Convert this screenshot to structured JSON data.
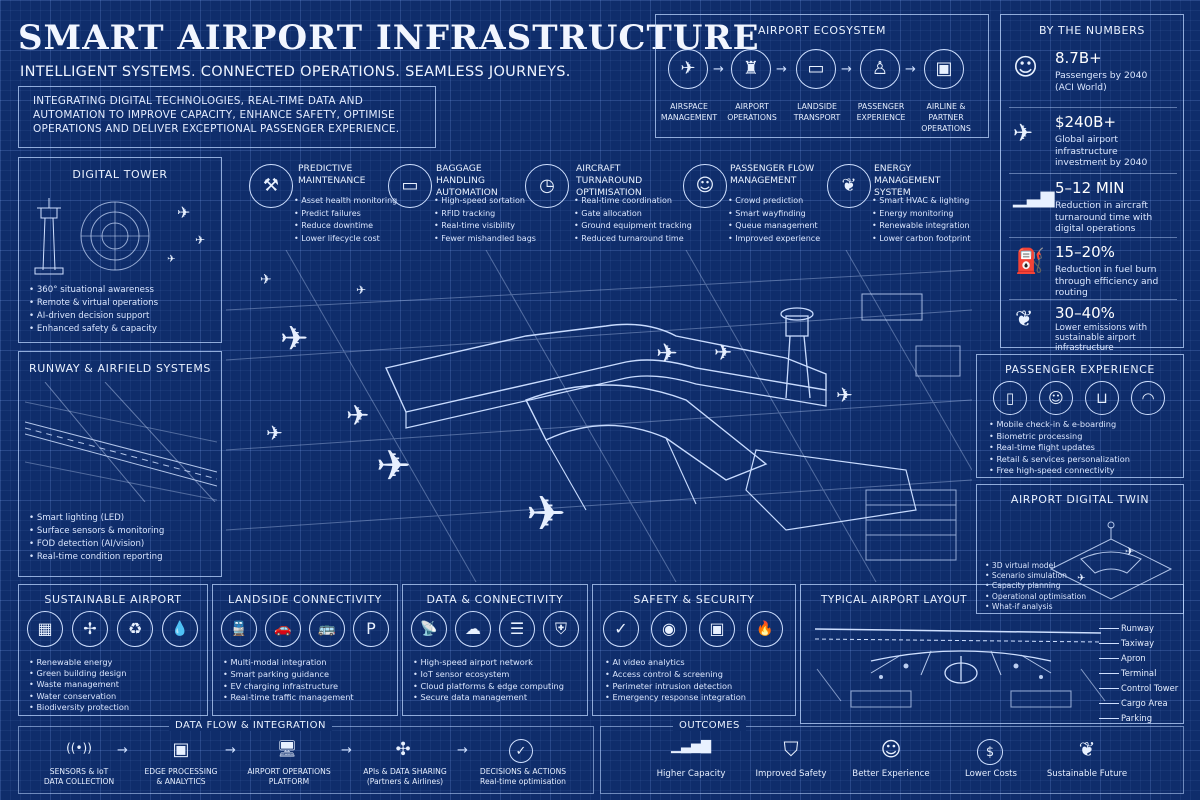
{
  "header": {
    "title": "SMART AIRPORT INFRASTRUCTURE",
    "subtitle": "INTELLIGENT SYSTEMS. CONNECTED OPERATIONS. SEAMLESS JOURNEYS.",
    "intro": "INTEGRATING DIGITAL TECHNOLOGIES, REAL-TIME DATA AND AUTOMATION TO IMPROVE CAPACITY, ENHANCE SAFETY, OPTIMISE OPERATIONS AND DELIVER EXCEPTIONAL PASSENGER EXPERIENCE."
  },
  "ecosystem": {
    "title": "AIRPORT ECOSYSTEM",
    "items": [
      {
        "l1": "AIRSPACE",
        "l2": "MANAGEMENT",
        "icon": "plane-icon"
      },
      {
        "l1": "AIRPORT",
        "l2": "OPERATIONS",
        "icon": "tower-icon"
      },
      {
        "l1": "LANDSIDE",
        "l2": "TRANSPORT",
        "icon": "bus-icon"
      },
      {
        "l1": "PASSENGER",
        "l2": "EXPERIENCE",
        "icon": "person-icon"
      },
      {
        "l1": "AIRLINE & PARTNER",
        "l2": "OPERATIONS",
        "icon": "luggage-icon"
      }
    ]
  },
  "numbers": {
    "title": "BY THE NUMBERS",
    "items": [
      {
        "value": "8.7B+",
        "text": "Passengers by 2040 (ACI World)",
        "icon": "people-icon"
      },
      {
        "value": "$240B+",
        "text": "Global airport infrastructure investment by 2040",
        "icon": "plane-icon"
      },
      {
        "value": "5–12 MIN",
        "text": "Reduction in aircraft turnaround time with digital operations",
        "icon": "growth-chart-icon"
      },
      {
        "value": "15–20%",
        "text": "Reduction in fuel burn through efficiency and routing",
        "icon": "fuel-pump-icon"
      },
      {
        "value": "30–40%",
        "text": "Lower emissions with sustainable airport infrastructure",
        "icon": "leaf-icon"
      }
    ]
  },
  "digital_tower": {
    "title": "DIGITAL TOWER",
    "items": [
      "360° situational awareness",
      "Remote & virtual operations",
      "AI-driven decision support",
      "Enhanced safety & capacity"
    ]
  },
  "runway": {
    "title": "RUNWAY & AIRFIELD SYSTEMS",
    "items": [
      "Smart lighting (LED)",
      "Surface sensors & monitoring",
      "FOD detection (AI/vision)",
      "Real-time condition reporting"
    ]
  },
  "features": [
    {
      "title": "PREDICTIVE MAINTENANCE",
      "icon": "wrench-icon",
      "glyph": "⚒",
      "items": [
        "Asset health monitoring",
        "Predict failures",
        "Reduce downtime",
        "Lower lifecycle cost"
      ]
    },
    {
      "title": "BAGGAGE HANDLING AUTOMATION",
      "icon": "luggage-icon",
      "glyph": "▭",
      "items": [
        "High-speed sortation",
        "RFID tracking",
        "Real-time visibility",
        "Fewer mishandled bags"
      ]
    },
    {
      "title": "AIRCRAFT TURNAROUND OPTIMISATION",
      "icon": "clock-icon",
      "glyph": "◷",
      "items": [
        "Real-time coordination",
        "Gate allocation",
        "Ground equipment tracking",
        "Reduced turnaround time"
      ]
    },
    {
      "title": "PASSENGER FLOW MANAGEMENT",
      "icon": "people-icon",
      "glyph": "☺",
      "items": [
        "Crowd prediction",
        "Smart wayfinding",
        "Queue management",
        "Improved experience"
      ]
    },
    {
      "title": "ENERGY MANAGEMENT SYSTEM",
      "icon": "leaf-icon",
      "glyph": "❦",
      "items": [
        "Smart HVAC & lighting",
        "Energy monitoring",
        "Renewable integration",
        "Lower carbon footprint"
      ]
    }
  ],
  "passenger_experience": {
    "title": "PASSENGER EXPERIENCE",
    "icons": [
      "mobile-phone-icon",
      "face-id-icon",
      "shopping-bag-icon",
      "wifi-icon"
    ],
    "items": [
      "Mobile check-in & e-boarding",
      "Biometric processing",
      "Real-time flight updates",
      "Retail & services personalization",
      "Free high-speed connectivity"
    ]
  },
  "digital_twin": {
    "title": "AIRPORT DIGITAL TWIN",
    "items": [
      "3D virtual model",
      "Scenario simulation",
      "Capacity planning",
      "Operational optimisation",
      "What-if analysis"
    ]
  },
  "bottom_panels": [
    {
      "title": "SUSTAINABLE AIRPORT",
      "icons": [
        "solar-panel-icon",
        "wind-turbine-icon",
        "recycle-icon",
        "water-drop-icon"
      ],
      "glyphs": [
        "▦",
        "✢",
        "♻",
        "💧"
      ],
      "items": [
        "Renewable energy",
        "Green building design",
        "Waste management",
        "Water conservation",
        "Biodiversity protection"
      ]
    },
    {
      "title": "LANDSIDE CONNECTIVITY",
      "icons": [
        "train-icon",
        "car-icon",
        "bus-icon",
        "parking-icon"
      ],
      "glyphs": [
        "🚆",
        "🚗",
        "🚌",
        "P"
      ],
      "items": [
        "Multi-modal integration",
        "Smart parking guidance",
        "EV charging infrastructure",
        "Real-time traffic management"
      ]
    },
    {
      "title": "DATA & CONNECTIVITY",
      "icons": [
        "antenna-icon",
        "cloud-icon",
        "database-icon",
        "shield-lock-icon"
      ],
      "glyphs": [
        "📡",
        "☁",
        "☰",
        "⛨"
      ],
      "items": [
        "High-speed airport network",
        "IoT sensor ecosystem",
        "Cloud platforms & edge computing",
        "Secure data management"
      ]
    },
    {
      "title": "SAFETY & SECURITY",
      "icons": [
        "shield-check-icon",
        "cctv-camera-icon",
        "id-card-icon",
        "fire-icon"
      ],
      "glyphs": [
        "✓",
        "◉",
        "▣",
        "🔥"
      ],
      "items": [
        "AI video analytics",
        "Access control & screening",
        "Perimeter intrusion detection",
        "Emergency response integration"
      ]
    }
  ],
  "layout": {
    "title": "TYPICAL AIRPORT LAYOUT",
    "labels": [
      "Runway",
      "Taxiway",
      "Apron",
      "Terminal",
      "Control Tower",
      "Cargo Area",
      "Parking"
    ]
  },
  "dataflow": {
    "title": "DATA FLOW & INTEGRATION",
    "steps": [
      {
        "l1": "SENSORS & IoT",
        "l2": "DATA COLLECTION",
        "icon": "sensor-icon",
        "glyph": "((•))"
      },
      {
        "l1": "EDGE PROCESSING",
        "l2": "& ANALYTICS",
        "icon": "chip-icon",
        "glyph": "▣"
      },
      {
        "l1": "AIRPORT OPERATIONS",
        "l2": "PLATFORM",
        "icon": "monitor-icon",
        "glyph": "🖥"
      },
      {
        "l1": "APIs & DATA SHARING",
        "l2": "(Partners & Airlines)",
        "icon": "network-icon",
        "glyph": "✣"
      },
      {
        "l1": "DECISIONS & ACTIONS",
        "l2": "Real-time optimisation",
        "icon": "check-circle-icon",
        "glyph": "✓"
      }
    ]
  },
  "outcomes": {
    "title": "OUTCOMES",
    "items": [
      {
        "label": "Higher Capacity",
        "icon": "bar-chart-icon",
        "glyph": "▁▃▅▇"
      },
      {
        "label": "Improved Safety",
        "icon": "shield-check-icon",
        "glyph": "⛉"
      },
      {
        "label": "Better Experience",
        "icon": "smiley-icon",
        "glyph": "☺"
      },
      {
        "label": "Lower Costs",
        "icon": "dollar-icon",
        "glyph": "$"
      },
      {
        "label": "Sustainable Future",
        "icon": "leaf-icon",
        "glyph": "❦"
      }
    ]
  }
}
